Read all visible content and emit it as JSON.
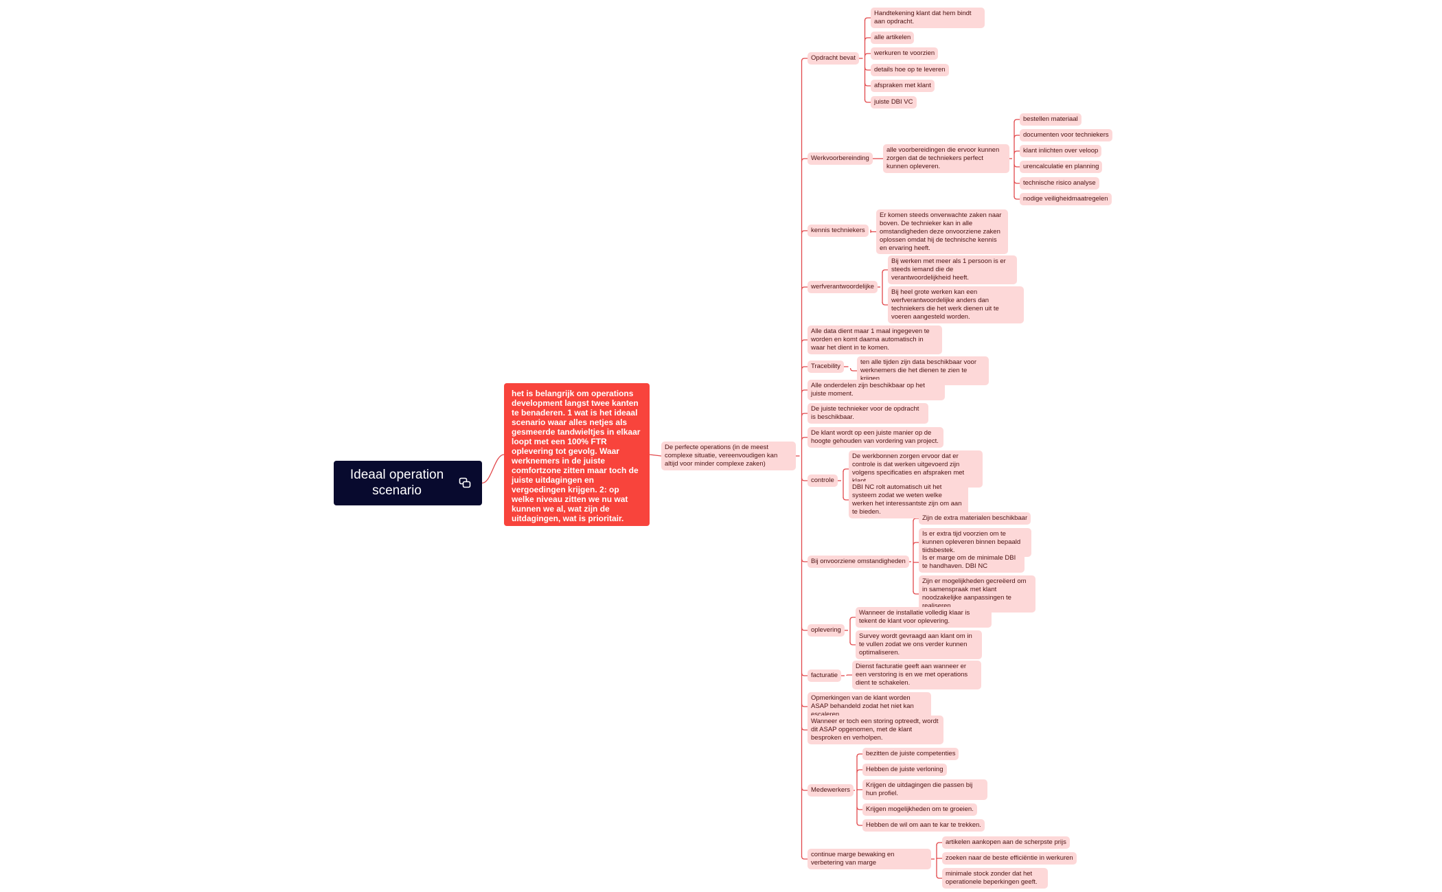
{
  "root": {
    "title": "Ideaal operation scenario",
    "icon": "linked-copy-icon"
  },
  "main": {
    "text": "het is belangrijk om operations development langst twee kanten te benaderen. 1 wat is het ideaal scenario waar alles netjes als gesmeerde tandwieltjes in elkaar loopt met een 100% FTR oplevering tot gevolg. Waar werknemers in de juiste comfortzone zitten maar toch de juiste uitdagingen en vergoedingen krijgen. 2: op welke niveau zitten we nu wat kunnen we al, wat zijn de uitdagingen, wat is prioritair."
  },
  "hub": {
    "text": "De perfecte operations (in de meest complexe situatie, vereenvoudigen kan altijd voor minder complexe zaken)"
  },
  "colors": {
    "root_bg": "#080a2e",
    "main_bg": "#f8443c",
    "node_bg": "#fdd8d8",
    "line": "#e2474a"
  },
  "branches": [
    {
      "label": "Opdracht bevat",
      "children": [
        "Handtekening klant dat hem bindt aan opdracht.",
        "alle artikelen",
        "werkuren te voorzien",
        "details hoe op te leveren",
        "afspraken met klant",
        "juiste DBI VC"
      ]
    },
    {
      "label": "Werkvoorbereinding",
      "children": [
        "alle voorbereidingen die ervoor kunnen zorgen dat de techniekers perfect kunnen opleveren."
      ],
      "grandchildren": [
        "bestellen materiaal",
        "documenten voor techniekers",
        "klant inlichten over veloop",
        "urencalculatie en planning",
        "technische risico analyse",
        "nodige veiligheidmaatregelen"
      ]
    },
    {
      "label": "kennis techniekers",
      "children": [
        "Er komen steeds onverwachte zaken naar boven. De technieker kan in alle omstandigheden deze onvoorziene zaken oplossen omdat hij de technische kennis en ervaring heeft."
      ]
    },
    {
      "label": "werfverantwoordelijke",
      "children": [
        "Bij werken met meer als 1 persoon is er steeds iemand die de verantwoordelijkheid heeft.",
        "Bij heel grote werken kan een werfverantwoordelijke anders dan techniekers die het werk dienen uit te voeren aangesteld worden."
      ]
    },
    {
      "label": "Alle data dient maar 1 maal ingegeven te worden en komt daarna automatisch in waar het dient in te komen.",
      "children": []
    },
    {
      "label": "Tracebility",
      "children": [
        "ten alle tijden zijn data beschikbaar voor werknemers die het dienen te zien te krijgen."
      ]
    },
    {
      "label": "Alle onderdelen zijn beschikbaar op het juiste moment.",
      "children": []
    },
    {
      "label": "De juiste technieker voor de opdracht is beschikbaar.",
      "children": []
    },
    {
      "label": "De klant wordt op een juiste manier op de hoogte gehouden van vordering van project.",
      "children": []
    },
    {
      "label": "controle",
      "children": [
        "De werkbonnen zorgen ervoor dat er controle is dat werken uitgevoerd zijn volgens specificaties en afspraken met klant.",
        "DBI NC rolt automatisch uit het systeem zodat we weten welke werken het interessantste zijn om aan te bieden."
      ]
    },
    {
      "label": "Bij onvoorziene omstandigheden",
      "children": [
        "Zijn de extra materialen beschikbaar",
        "Is er extra tijd voorzien om te kunnen opleveren binnen bepaald tijdsbestek.",
        "Is er marge om de minimale DBI te handhaven. DBI NC",
        "Zijn er mogelijkheden gecreëerd om in samenspraak met klant noodzakelijke aanpassingen te realiseren."
      ]
    },
    {
      "label": "oplevering",
      "children": [
        "Wanneer de installatie volledig klaar is tekent de klant voor oplevering.",
        "Survey wordt gevraagd aan klant om in te vullen zodat we ons verder kunnen optimaliseren."
      ]
    },
    {
      "label": "facturatie",
      "children": [
        "Dienst facturatie geeft aan wanneer er een verstoring is en we met operations dient te schakelen."
      ]
    },
    {
      "label": "Opmerkingen van de klant worden ASAP behandeld zodat het niet kan escaleren.",
      "children": []
    },
    {
      "label": "Wanneer er toch een storing optreedt, wordt dit ASAP opgenomen, met de klant besproken en verholpen.",
      "children": []
    },
    {
      "label": "Medewerkers",
      "children": [
        "bezitten de juiste competenties",
        "Hebben de juiste verloning",
        "Krijgen de uitdagingen die passen bij hun profiel.",
        "Krijgen mogelijkheden om te groeien.",
        "Hebben de wil om aan te kar te trekken."
      ]
    },
    {
      "label": "continue marge bewaking en verbetering van marge",
      "children": [
        "artikelen aankopen aan de scherpste prijs",
        "zoeken naar de beste efficiëntie in werkuren",
        "minimale stock zonder dat het operationele beperkingen geeft."
      ]
    }
  ]
}
